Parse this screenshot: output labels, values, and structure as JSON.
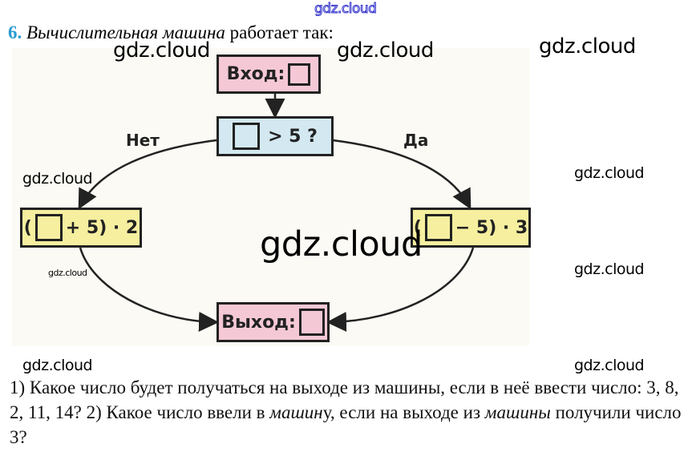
{
  "header_watermark": "gdz.cloud",
  "task": {
    "number": "6.",
    "title_italic": "Вычислительная машина",
    "title_rest": " работает так:"
  },
  "diagram": {
    "input_label": "Вход:",
    "condition_label": "> 5 ?",
    "no_label": "Нет",
    "yes_label": "Да",
    "left_formula_open": "(",
    "left_formula_rest": "+ 5) · 2",
    "right_formula_open": "(",
    "right_formula_rest": "− 5) · 3",
    "output_label": "Выход:"
  },
  "question": {
    "part1": "1) Какое число будет получаться на выходе из машины, если в неё ввести число: 3, 8, 2, 11, 14? 2) Какое число ввели в ",
    "italic1": "машин",
    "part2": "у, если на выходе из ",
    "italic2": "машины",
    "part3": " получили число 3?"
  },
  "watermark": "gdz.cloud"
}
